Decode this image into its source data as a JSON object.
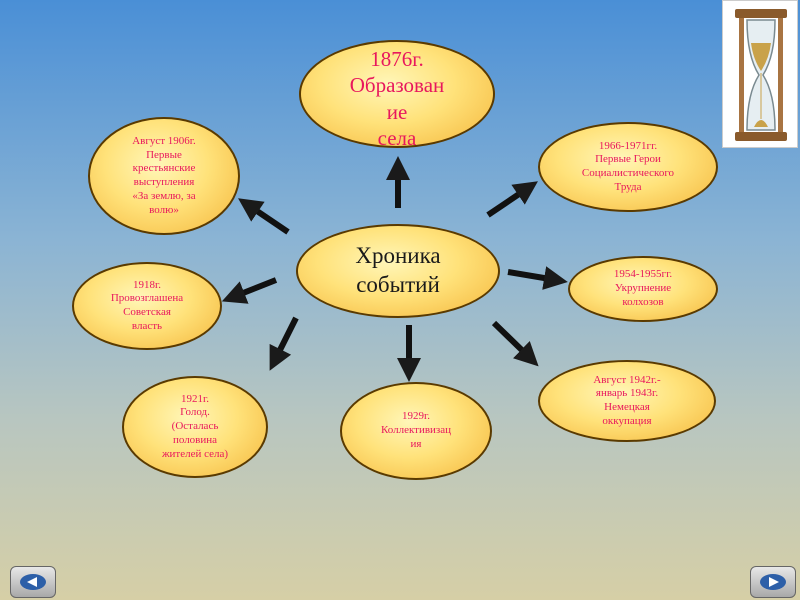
{
  "center": {
    "label": "Хроника\nсобытий"
  },
  "events": [
    {
      "label": "1876г.\nОбразован\nие\nсела"
    },
    {
      "label": "Август 1906г.\nПервые\nкрестьянские\nвыступления\n«За землю, за\nволю»"
    },
    {
      "label": "1966-1971гг.\nПервые Герои\nСоциалистического\nТруда"
    },
    {
      "label": "1918г.\nПровозглашена\nСоветская\nвласть"
    },
    {
      "label": "1954-1955гг.\nУкрупнение\nколхозов"
    },
    {
      "label": "1921г.\nГолод.\n(Осталась\nполовина\nжителей  села)"
    },
    {
      "label": "1929г.\nКоллективизац\nия"
    },
    {
      "label": "Август 1942г.-\nянварь 1943г.\nНемецкая\nоккупация"
    }
  ],
  "colors": {
    "bubble_text": "#e8175d",
    "center_text": "#1a1a1a"
  },
  "icons": {
    "hourglass": "hourglass-icon",
    "prev": "back-arrow-icon",
    "next": "forward-arrow-icon"
  }
}
